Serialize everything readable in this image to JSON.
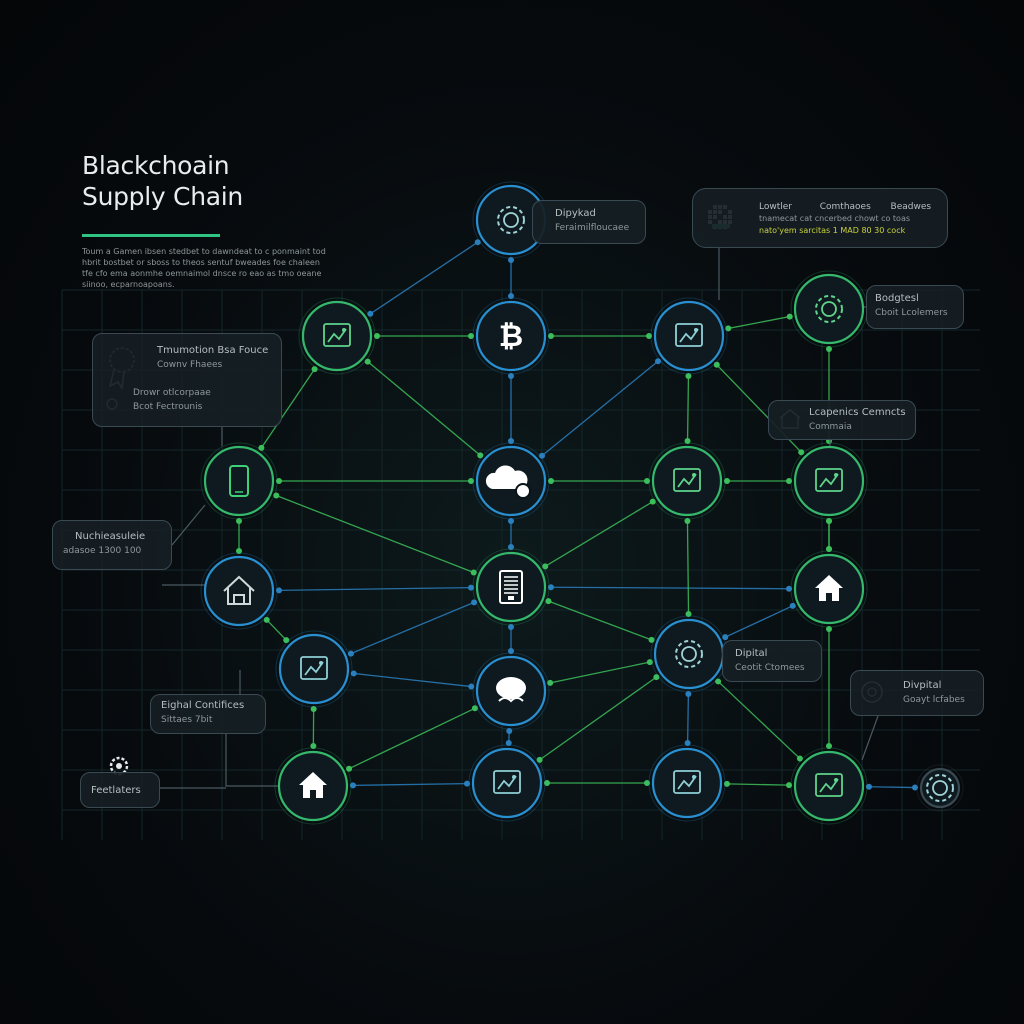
{
  "diagram": {
    "title_line1": "Blackchoain",
    "title_line2": "Supply Chain",
    "description": "Toum a Gamen ibsen stedbet to dawndeat to c ponmaint tod hbrit bostbet or sboss to theos sentuf bweades foe chaleen tfe cfo ema aonmhe oemnaimol dnsce ro eao as tmo oeane siinoo, ecparnoapoans.",
    "colors": {
      "accent_green": "#2fc483",
      "node_blue": "#2a8fd0",
      "node_green": "#35b86b",
      "line_blue": "#2a7fbf",
      "line_green": "#3cbf5a",
      "card_bg": "#161e24"
    },
    "nodes": [
      {
        "id": "n-top-global",
        "icon": "globe-gear-icon",
        "ring": "blue"
      },
      {
        "id": "n-sup-l",
        "icon": "warehouse-doc-icon",
        "ring": "green"
      },
      {
        "id": "n-bitcoin",
        "icon": "bitcoin-icon",
        "ring": "blue",
        "glyph": "₿"
      },
      {
        "id": "n-chart-r",
        "icon": "chart-board-icon",
        "ring": "blue"
      },
      {
        "id": "n-settings-r",
        "icon": "gear-badge-icon",
        "ring": "green"
      },
      {
        "id": "n-phone",
        "icon": "phone-icon",
        "ring": "green"
      },
      {
        "id": "n-cloud",
        "icon": "cloud-icon",
        "ring": "blue"
      },
      {
        "id": "n-docs",
        "icon": "documents-icon",
        "ring": "green"
      },
      {
        "id": "n-store-r",
        "icon": "storefront-icon",
        "ring": "green"
      },
      {
        "id": "n-home-l",
        "icon": "home-outline-icon",
        "ring": "blue"
      },
      {
        "id": "n-ledger",
        "icon": "ledger-icon",
        "ring": "green"
      },
      {
        "id": "n-home-r",
        "icon": "home-icon",
        "ring": "green"
      },
      {
        "id": "n-wallet",
        "icon": "wallet-icon",
        "ring": "blue"
      },
      {
        "id": "n-gearcoin",
        "icon": "gear-coin-icon",
        "ring": "blue"
      },
      {
        "id": "n-blob",
        "icon": "blob-icon",
        "ring": "blue"
      },
      {
        "id": "n-home-bl",
        "icon": "home-icon",
        "ring": "green"
      },
      {
        "id": "n-robot",
        "icon": "robot-icon",
        "ring": "blue"
      },
      {
        "id": "n-dollar",
        "icon": "dollar-coin-icon",
        "ring": "blue"
      },
      {
        "id": "n-people",
        "icon": "people-icon",
        "ring": "green"
      },
      {
        "id": "n-tiny-r",
        "icon": "target-icon",
        "ring": "dark"
      }
    ],
    "cards": {
      "digital_top": {
        "line1": "Dipykad",
        "line2": "Feraimilfloucaee"
      },
      "top_right": {
        "line1a": "Lowtler",
        "line1b": "Comthaoes",
        "line1c": "Beadwes",
        "line2": "tnamecat cat  cncerbed   chowt co toas",
        "line3": "nato'yem sarcitas  1 MAD 80 30 cock"
      },
      "budgets": {
        "line1": "Bodgtesl",
        "line2": "Cboit  Lcolemers"
      },
      "transaction": {
        "line1": "Tmumotion Bsa Fouce",
        "line2": "Cownv Fhaees",
        "line3": "Drowr otlcorpaae",
        "line4": "Bcot Fectrounis"
      },
      "logistics": {
        "line1": "Lcapenics Cemncts",
        "line2": "Commaia"
      },
      "marketplace": {
        "line1": "Nuchieasuleie",
        "line2": "adasoe         1300 100"
      },
      "digital_mid": {
        "line1": "Dipital",
        "line2": "Ceotit Ctomees"
      },
      "digital_right": {
        "line1": "Divpital",
        "line2": "Goayt lcfabes"
      },
      "digital_certificates": {
        "line1": "Eighal Contifices",
        "line2": "Sittaes          7bit"
      },
      "features": {
        "line1": "Feetlaters"
      }
    }
  }
}
